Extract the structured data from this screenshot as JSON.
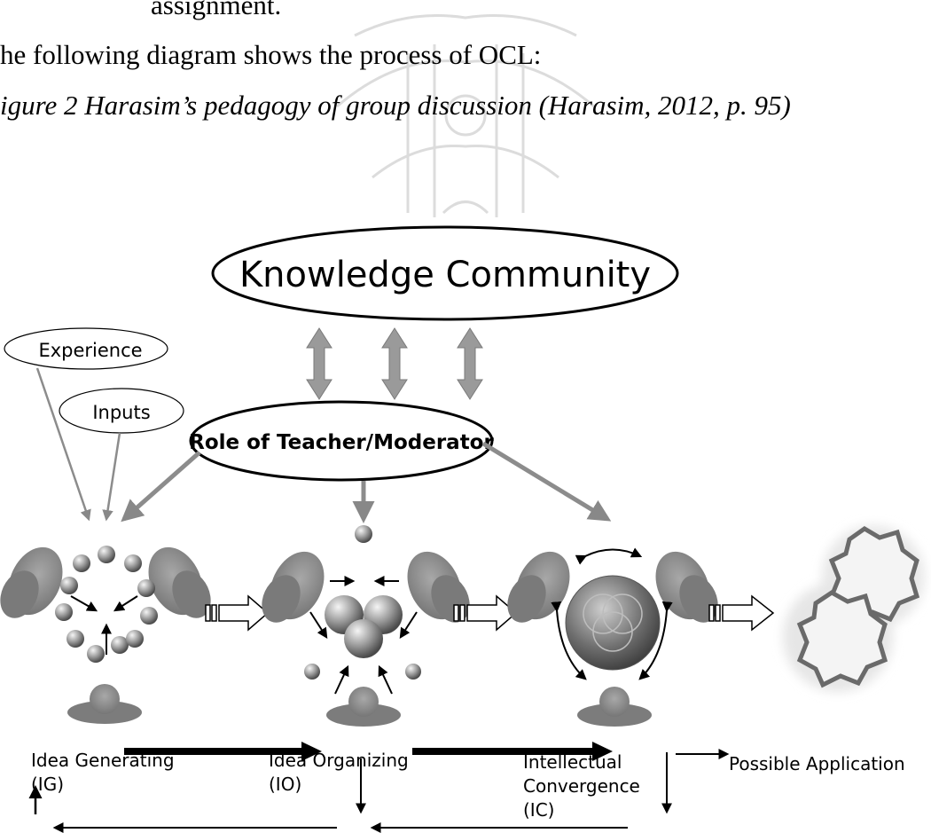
{
  "document": {
    "continued_text": "assignment.",
    "intro_text": "he following diagram shows the process of OCL:",
    "figure_caption": "igure  2 Harasim’s pedagogy of group discussion (Harasim, 2012, p. 95)"
  },
  "diagram": {
    "knowledge_community": "Knowledge Community",
    "role": "Role of Teacher/Moderator",
    "experience": "Experience",
    "inputs": "Inputs",
    "stages": [
      {
        "line1": "Idea Generating",
        "line2": "(IG)"
      },
      {
        "line1": "Idea Organizing",
        "line2": "(IO)"
      },
      {
        "line1": "Intellectual",
        "line2": "Convergence",
        "line3": "(IC)"
      }
    ],
    "possible_application": "Possible Application",
    "colors": {
      "arrow_gray": "#8c8c8c",
      "figure_gray": "#8a8a8a",
      "watermark": "#d9d9d9"
    }
  }
}
